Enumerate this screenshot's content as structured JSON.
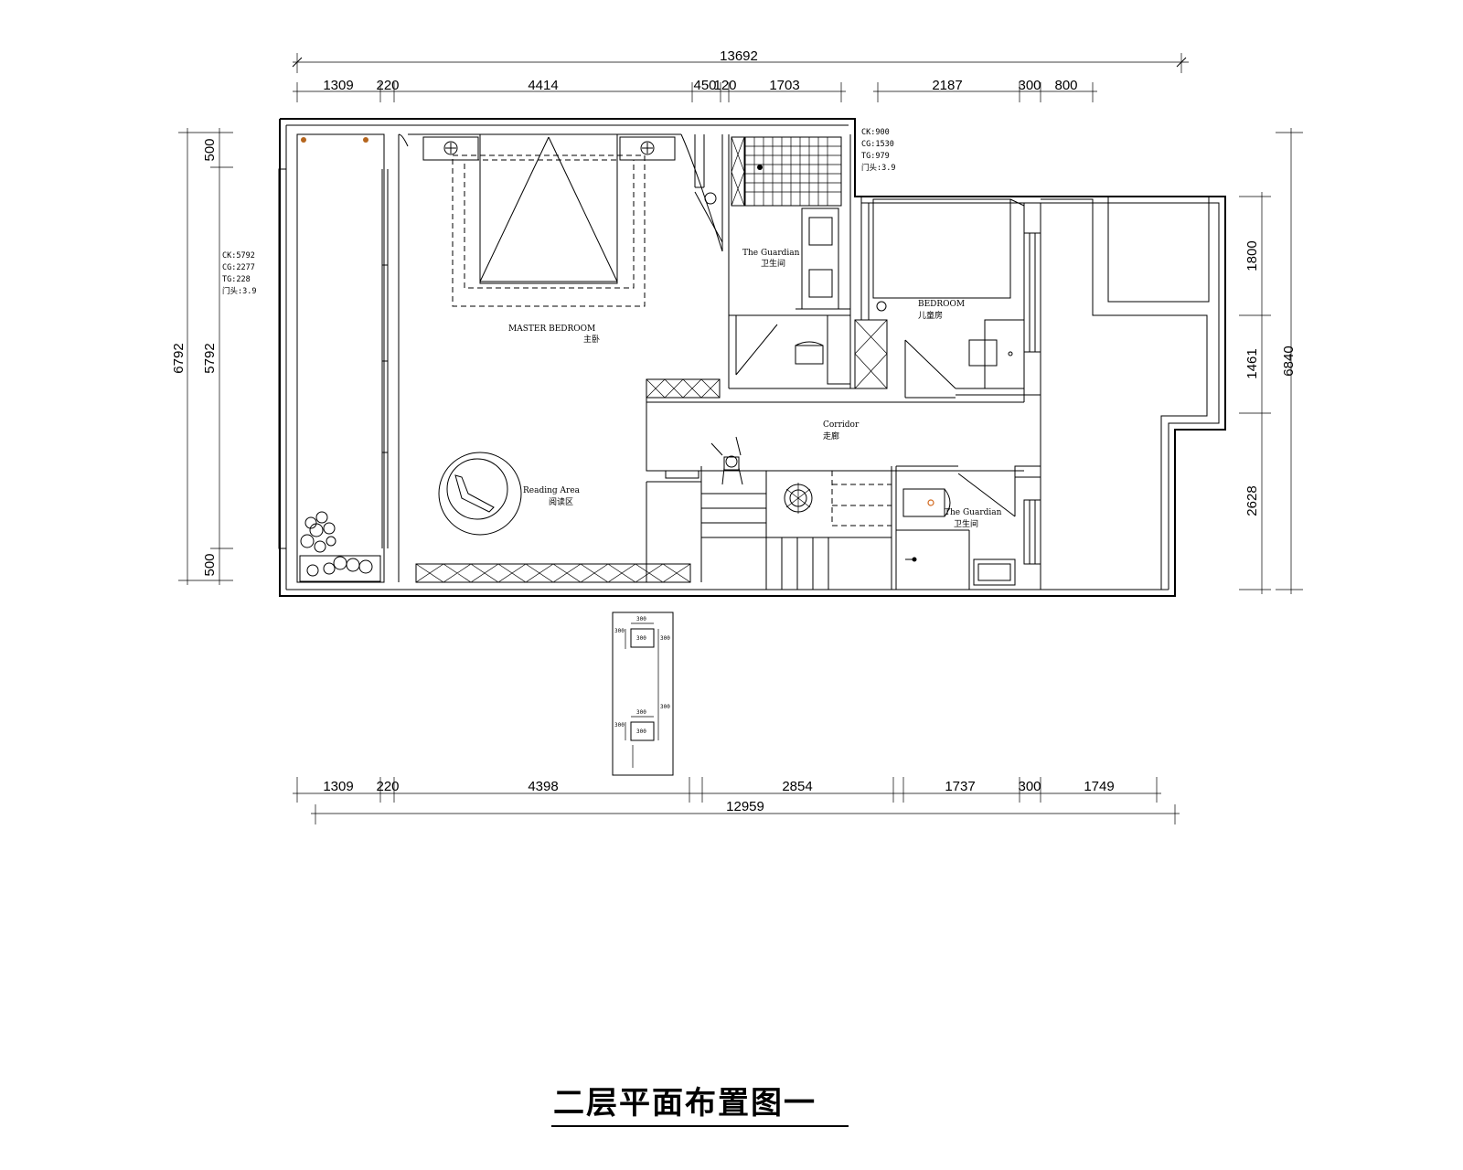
{
  "title": "二层平面布置图一",
  "dimensions": {
    "top_total": "13692",
    "top_segments": [
      "1309",
      "220",
      "4414",
      "450",
      "120",
      "1703"
    ],
    "top_right_segments": [
      "2187",
      "300",
      "800"
    ],
    "left_total": "6792",
    "left_segments": [
      "500",
      "5792",
      "500"
    ],
    "right_total": "6840",
    "right_segments": [
      "1800",
      "1461",
      "2628"
    ],
    "bottom_segments": [
      "1309",
      "220",
      "4398",
      "2854",
      "1737",
      "300",
      "1749"
    ],
    "bottom_total": "12959"
  },
  "rooms": {
    "master_bedroom": {
      "en": "MASTER BEDROOM",
      "cn": "主卧"
    },
    "reading_area": {
      "en": "Reading Area",
      "cn": "阅读区"
    },
    "guardian_1": {
      "en": "The Guardian",
      "cn": "卫生间"
    },
    "guardian_2": {
      "en": "The Guardian",
      "cn": "卫生间"
    },
    "bedroom": {
      "en": "BEDROOM",
      "cn": "儿童房"
    },
    "corridor": {
      "en": "Corridor",
      "cn": "走廊"
    }
  },
  "notes": {
    "left_notes": [
      "CK:5792",
      "CG:2277",
      "TG:228",
      "门头:3.9"
    ],
    "top_notes": [
      "CK:900",
      "CG:1530",
      "TG:979",
      "门头:3.9"
    ]
  },
  "detail": {
    "labels": [
      "300",
      "300",
      "300",
      "300",
      "300",
      "300",
      "300",
      "300"
    ]
  }
}
